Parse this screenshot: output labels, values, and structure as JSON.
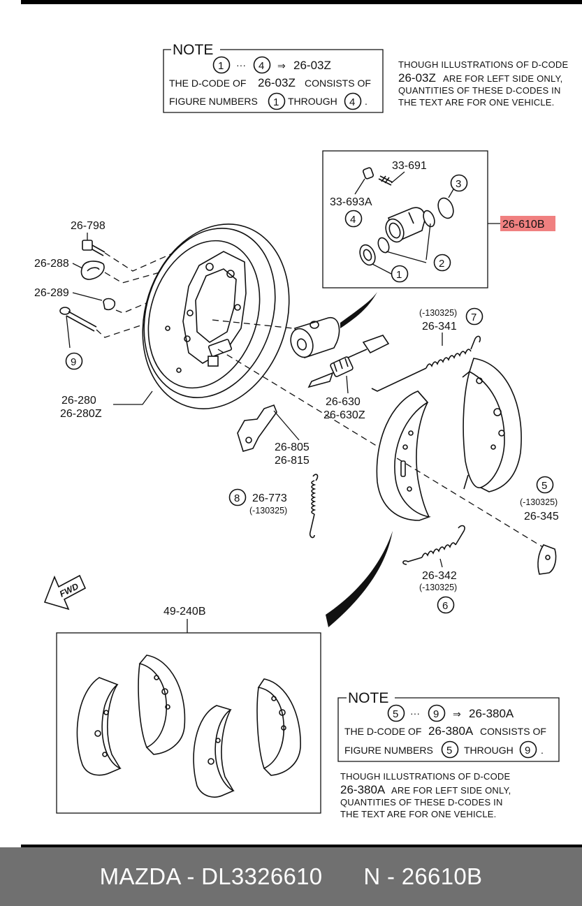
{
  "note_top": {
    "heading": "NOTE",
    "fig_start": "1",
    "fig_end": "4",
    "ellipsis": "···",
    "arrow": "⇒",
    "target_code": "26-03Z",
    "line2_a": "THE D-CODE OF",
    "line2_code": "26-03Z",
    "line2_b": "CONSISTS OF",
    "line3_a": "FIGURE NUMBERS",
    "line3_b": "THROUGH",
    "line3_end": ".",
    "caption_l1": "THOUGH ILLUSTRATIONS OF D-CODE",
    "caption_code": "26-03Z",
    "caption_l2b": "ARE FOR LEFT SIDE ONLY,",
    "caption_l3": "QUANTITIES OF THESE D-CODES IN",
    "caption_l4": "THE TEXT ARE FOR ONE VEHICLE."
  },
  "note_bottom": {
    "heading": "NOTE",
    "fig_start": "5",
    "fig_end": "9",
    "ellipsis": "···",
    "arrow": "⇒",
    "target_code": "26-380A",
    "line2_a": "THE D-CODE OF",
    "line2_code": "26-380A",
    "line2_b": "CONSISTS OF",
    "line3_a": "FIGURE NUMBERS",
    "line3_b": "THROUGH",
    "line3_end": ".",
    "caption_l1": "THOUGH ILLUSTRATIONS OF D-CODE",
    "caption_code": "26-380A",
    "caption_l2b": "ARE FOR LEFT SIDE ONLY,",
    "caption_l3": "QUANTITIES OF THESE D-CODES IN",
    "caption_l4": "THE TEXT ARE FOR ONE VEHICLE."
  },
  "parts": {
    "p33691": "33-691",
    "p33693a": "33-693A",
    "fig4": "4",
    "fig3": "3",
    "fig2": "2",
    "fig1": "1",
    "p26610b": "26-610B",
    "p26798": "26-798",
    "p26288": "26-288",
    "p26289": "26-289",
    "fig9": "9",
    "p26280": "26-280",
    "p26280z": "26-280Z",
    "fig7_note": "(-130325)",
    "fig7": "7",
    "p26341": "26-341",
    "p26630": "26-630",
    "p26630z": "26-630Z",
    "p26805": "26-805",
    "p26815": "26-815",
    "fig8": "8",
    "p26773": "26-773",
    "p26773_note": "(-130325)",
    "fig5": "5",
    "p26345_note": "(-130325)",
    "p26345": "26-345",
    "p26342": "26-342",
    "p26342_note": "(-130325)",
    "fig6": "6",
    "fwd": "FWD",
    "p49240b": "49-240B"
  },
  "highlight_color": "#f08080",
  "footer": {
    "brand": "MAZDA - DL3326610",
    "number": "N - 26610B"
  }
}
